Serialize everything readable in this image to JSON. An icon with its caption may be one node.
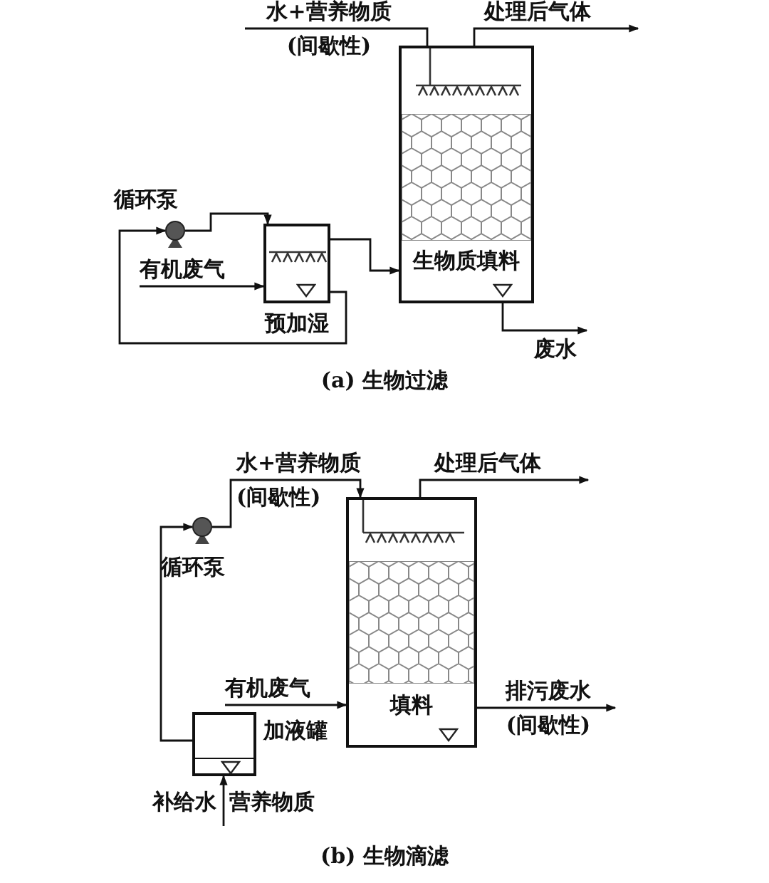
{
  "diagram": {
    "nodes": [
      {
        "text": [
          "水+营养物质 (间歇性)"
        ]
      },
      {
        "text": [
          "处理后气体"
        ]
      },
      {
        "text": [
          "生物质填料"
        ]
      },
      {
        "text": [],
        "shape": "circle",
        "beside": [
          "循环泵"
        ]
      },
      {
        "text": [
          "有机废气"
        ]
      },
      {
        "text": [
          "预加湿"
        ]
      },
      {
        "text": [
          "废水"
        ]
      },
      {
        "text": [
          "处理后气体"
        ]
      },
      {
        "text": [
          "填料"
        ]
      },
      {
        "text": [],
        "shape": "circle",
        "beside": [
          "循环泵"
        ]
      },
      {
        "text": [
          "有机废气"
        ]
      },
      {
        "text": [
          "加液罐"
        ]
      },
      {
        "text": [
          "排污废水 (间歇性)"
        ]
      }
    ],
    "edges": [
      {
        "from": 0,
        "to": 2,
        "arrow": "none"
      },
      {
        "from": 2,
        "to": 1,
        "arrow": "to"
      },
      {
        "from": 3,
        "to": 5,
        "arrow": "to"
      },
      {
        "from": 4,
        "to": 5,
        "arrow": "to"
      },
      {
        "from": 5,
        "to": 2,
        "arrow": "to"
      },
      {
        "from": 5,
        "to": 3,
        "arrow": "to"
      },
      {
        "from": 2,
        "to": 6,
        "arrow": "to"
      },
      {
        "from": 11,
        "to": 9,
        "arrow": "to"
      },
      {
        "from": 9,
        "to": 8,
        "arrow": "to",
        "label": "水+营养物质 (间歇性)"
      },
      {
        "from": 8,
        "to": 7,
        "arrow": "to"
      },
      {
        "from": 10,
        "to": 8,
        "arrow": "to"
      },
      {
        "from": 8,
        "to": 12,
        "arrow": "to"
      },
      {
        "from": null,
        "to": 11,
        "arrow": "to"
      }
    ],
    "labels": [
      "(a) 生物过滤",
      "补给水",
      "营养物质",
      "(b) 生物滴滤"
    ]
  }
}
